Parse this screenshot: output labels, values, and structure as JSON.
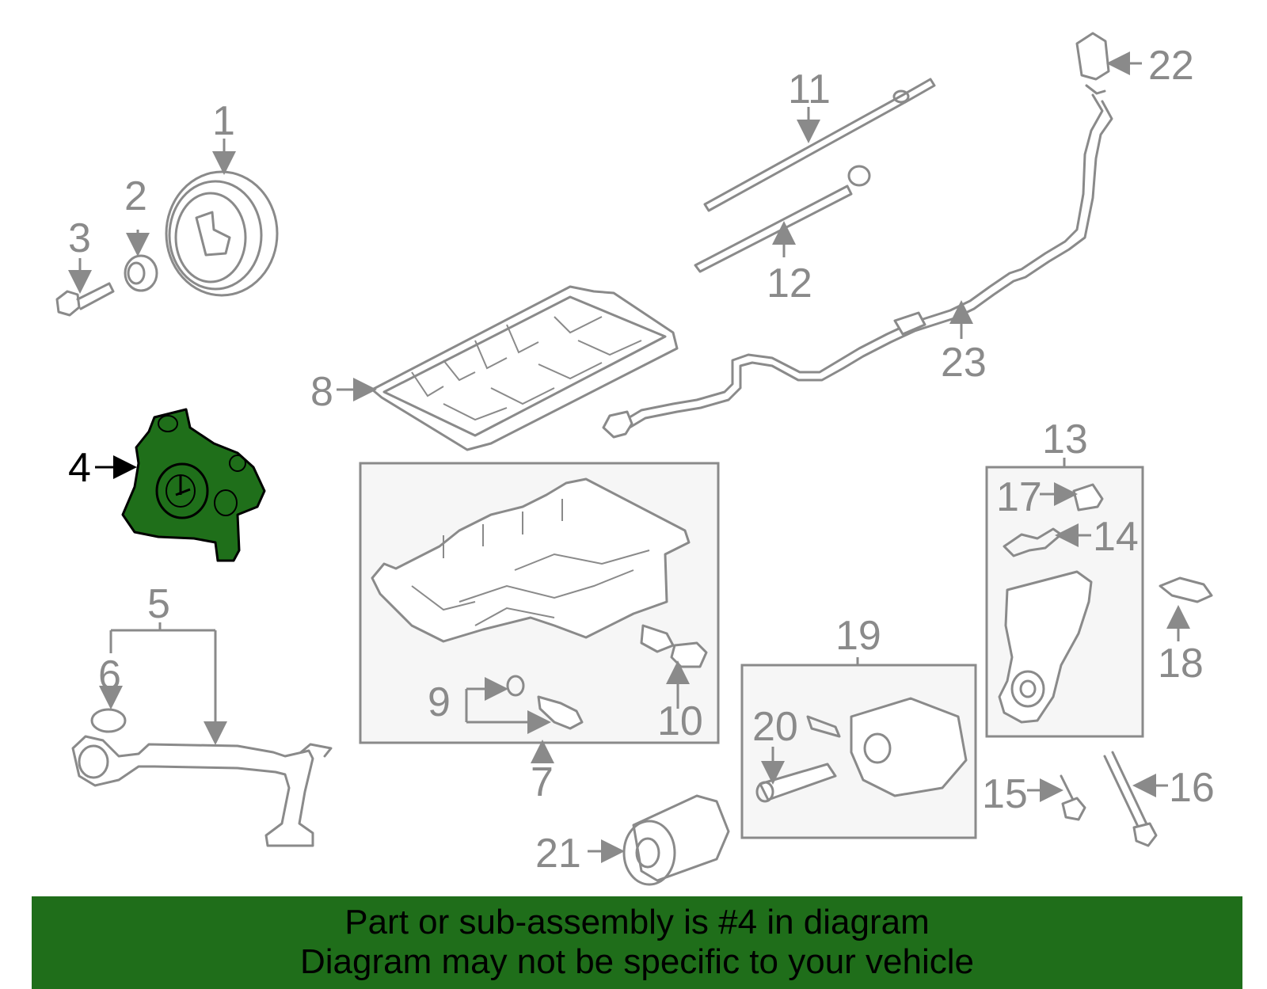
{
  "callouts": {
    "c1": "1",
    "c2": "2",
    "c3": "3",
    "c4": "4",
    "c5": "5",
    "c6": "6",
    "c7": "7",
    "c8": "8",
    "c9": "9",
    "c10": "10",
    "c11": "11",
    "c12": "12",
    "c13": "13",
    "c14": "14",
    "c15": "15",
    "c16": "16",
    "c17": "17",
    "c18": "18",
    "c19": "19",
    "c20": "20",
    "c21": "21",
    "c22": "22",
    "c23": "23"
  },
  "highlight": {
    "part_number": "4",
    "color": "#1f6e1a"
  },
  "banner": {
    "line1": "Part or sub-assembly is #4 in diagram",
    "line2": "Diagram may not be specific to your vehicle",
    "background": "#1f6e1a"
  }
}
